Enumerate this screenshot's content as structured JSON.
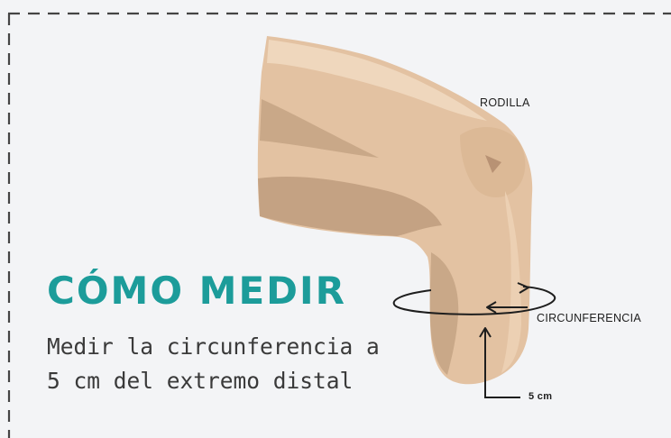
{
  "title": "CÓMO MEDIR",
  "description": {
    "line1": "Medir la circunferencia a",
    "line2": "5 cm del extremo distal"
  },
  "labels": {
    "knee": "RODILLA",
    "circumference": "CIRCUNFERENCIA",
    "distance": "5 cm"
  },
  "colors": {
    "accent": "#1c9c9a",
    "skin": "#e3c2a2",
    "skin_shadow": "#c4a283",
    "skin_highlight": "#efd7bd",
    "border": "#444444",
    "background": "#f3f4f6"
  },
  "icons": [
    "dashed-border",
    "leg-illustration",
    "circumference-ring-icon",
    "arrow-up-icon",
    "arrow-left-icon"
  ]
}
